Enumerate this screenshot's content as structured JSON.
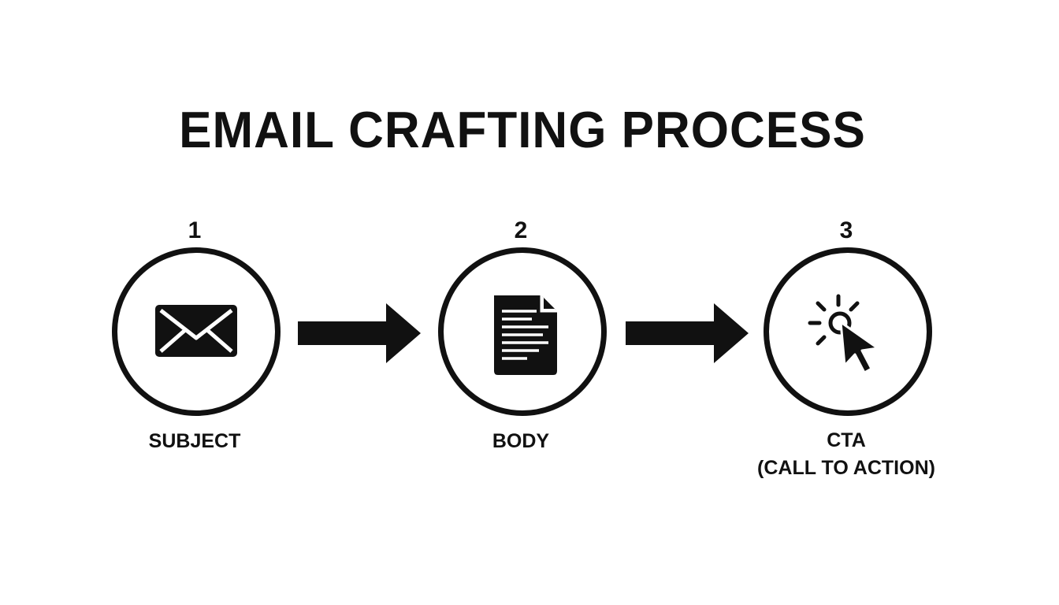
{
  "diagram": {
    "title": "EMAIL CRAFTING PROCESS",
    "steps": [
      {
        "number": "1",
        "label": "SUBJECT",
        "label_line2": "",
        "icon": "envelope-icon"
      },
      {
        "number": "2",
        "label": "BODY",
        "label_line2": "",
        "icon": "document-icon"
      },
      {
        "number": "3",
        "label": "CTA",
        "label_line2": "(CALL TO ACTION)",
        "icon": "cursor-click-icon"
      }
    ],
    "connector_icon": "arrow-right-icon"
  },
  "colors": {
    "ink": "#111111",
    "background": "#ffffff"
  }
}
